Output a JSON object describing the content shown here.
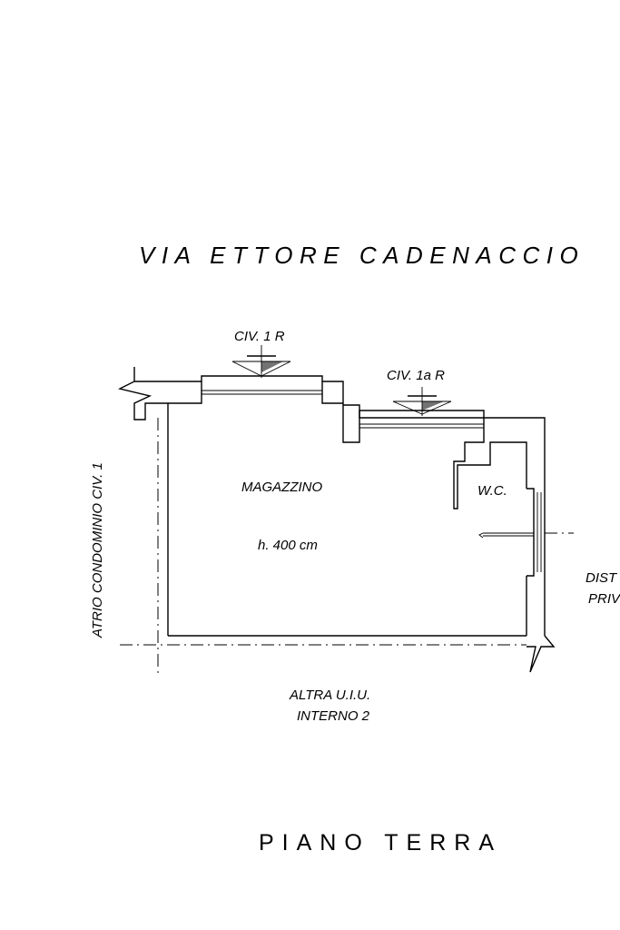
{
  "plan": {
    "street_label": "VIA ETTORE CADENACCIO",
    "floor_label": "PIANO TERRA",
    "left_label": "ATRIO CONDOMINIO CIV. 1",
    "entrance_1": "CIV. 1 R",
    "entrance_2": "CIV. 1a R",
    "room_name": "MAGAZZINO",
    "room_height": "h. 400 cm",
    "wc_label": "W.C.",
    "right_label_line1": "DIST",
    "right_label_line2": "PRIV",
    "bottom_label_line1": "ALTRA U.I.U.",
    "bottom_label_line2": "INTERNO 2"
  }
}
